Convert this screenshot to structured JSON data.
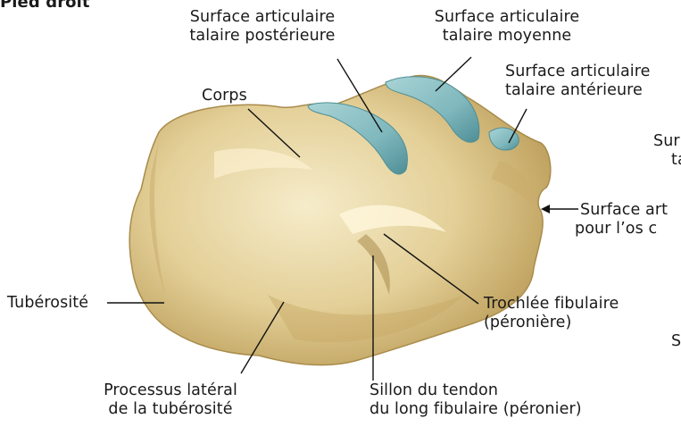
{
  "figure": {
    "title": "Pied droit",
    "labels": {
      "post_facet": [
        "Surface articulaire",
        "talaire postérieure"
      ],
      "mid_facet": [
        "Surface articulaire",
        "talaire moyenne"
      ],
      "ant_facet": [
        "Surface articulaire",
        "talaire antérieure"
      ],
      "body": "Corps",
      "cut_right_1": [
        "Sur",
        "ta"
      ],
      "cuboid_facet": [
        "Surface art",
        "pour l’os c"
      ],
      "tuberosity": "Tubérosité",
      "trochlea": [
        "Trochlée fibulaire",
        "(péronière)"
      ],
      "cut_right_2": "S",
      "lateral_process": [
        "Processus latéral",
        "de la tubérosité"
      ],
      "groove": [
        "Sillon du tendon",
        "du long fibulaire (péronier)"
      ]
    }
  },
  "colors": {
    "bone_light": "#f3e8c4",
    "bone_mid": "#dcc58b",
    "bone_dark": "#b99a55",
    "cartilage": "#7fb8bd",
    "cartilage_dark": "#4f8e96",
    "leader": "#111111"
  }
}
